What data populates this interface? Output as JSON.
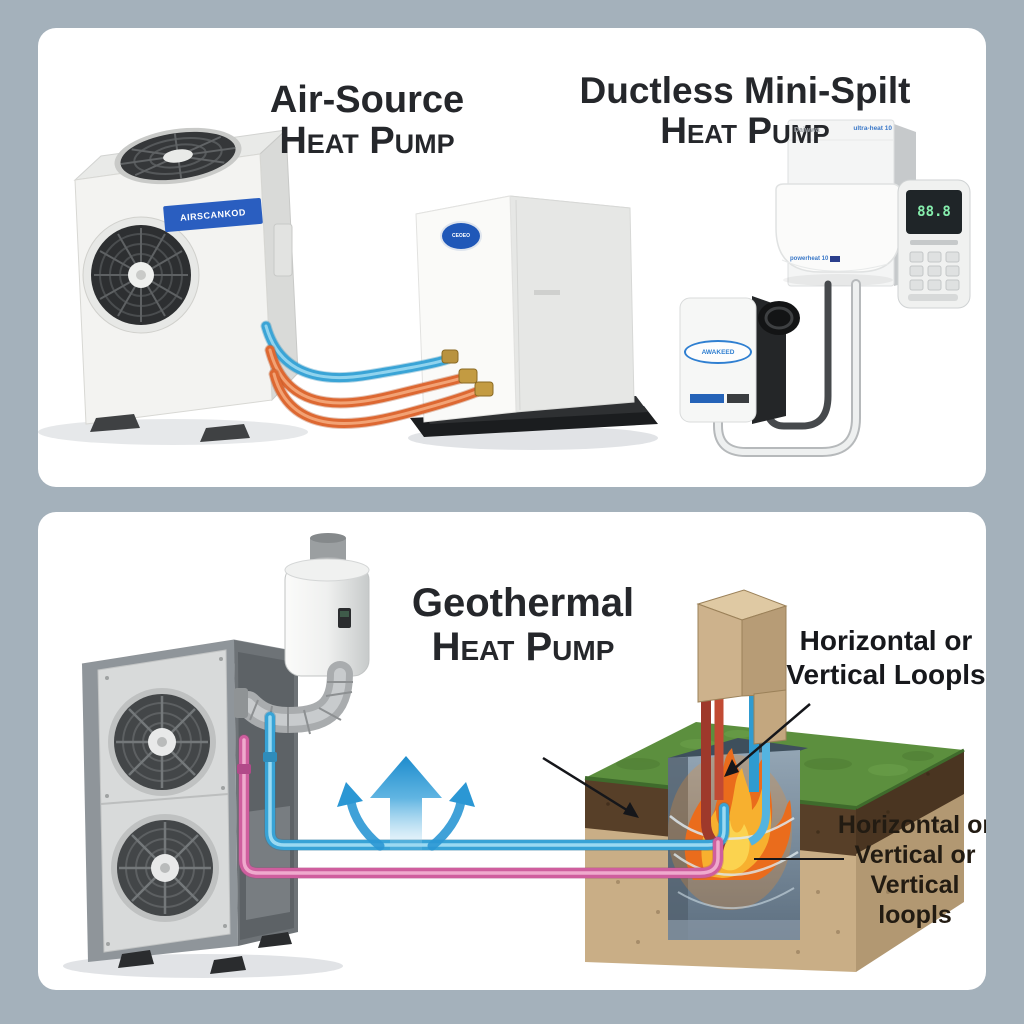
{
  "infographic": {
    "background_color": "#a4b1bb",
    "sections": {
      "air_source": {
        "title_line1": "Air-Source",
        "title_line2": "Heat Pump",
        "outdoor_unit_label": "AIRSCANKOD",
        "indoor_unit_logo": "CEOEO"
      },
      "mini_split": {
        "title_line1": "Ductless Mini-Spilt",
        "title_line2": "Heat Pump",
        "air_handler_logo": "Daiwwa",
        "air_handler_model": "ultra-heat 10",
        "air_handler_sublabel": "powerheat 10",
        "outdoor_box_logo": "AWAKEED",
        "remote_display": "88.8"
      },
      "geothermal": {
        "title_line1": "Geothermal",
        "title_line2": "Heat Pump",
        "label_loops_upper_line1": "Horizontal or",
        "label_loops_upper_line2": "Vertical Loopls",
        "label_loops_lower_line1": "Horizontal or",
        "label_loops_lower_line2": "Vertical or",
        "label_loops_lower_line3": "Vertical loopls"
      }
    },
    "colors": {
      "hot_line": "#dd6832",
      "cold_line": "#3aa4d6",
      "loop_supply": "#38a3d6",
      "loop_return": "#cf5e9e",
      "airflow_arrow": "#2b97d4",
      "grass": "#5c8f3e",
      "soil": "#c9ae86",
      "flame": "#ed7a1f"
    }
  }
}
